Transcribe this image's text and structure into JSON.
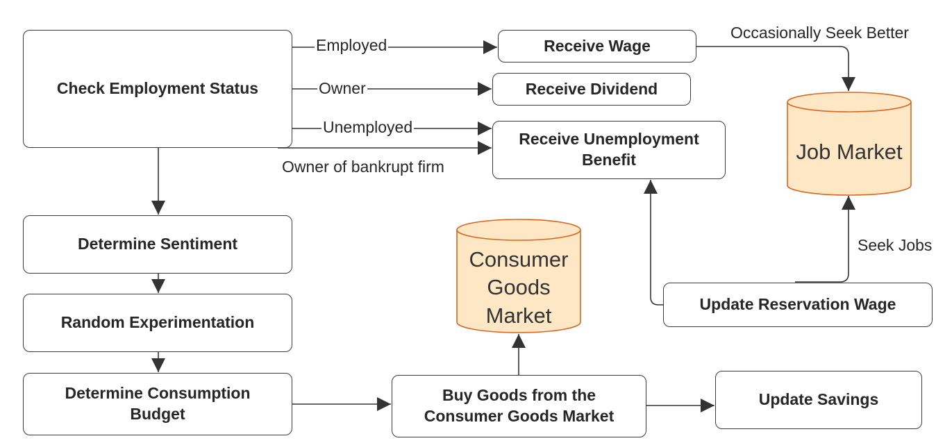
{
  "nodes": {
    "check_status": "Check Employment Status",
    "receive_wage": "Receive Wage",
    "receive_dividend": "Receive Dividend",
    "receive_unemployment": [
      "Receive Unemployment",
      "Benefit"
    ],
    "determine_sentiment": "Determine Sentiment",
    "random_experimentation": "Random Experimentation",
    "determine_budget": [
      "Determine Consumption",
      "Budget"
    ],
    "buy_goods": [
      "Buy Goods from the",
      "Consumer Goods Market"
    ],
    "update_savings": "Update Savings",
    "update_reservation_wage": "Update Reservation Wage"
  },
  "markets": {
    "job_market": "Job Market",
    "consumer_goods_market": [
      "Consumer",
      "Goods",
      "Market"
    ]
  },
  "edge_labels": {
    "employed": "Employed",
    "owner": "Owner",
    "unemployed": "Unemployed",
    "owner_bankrupt": "Owner of bankrupt firm",
    "seek_better": "Occasionally Seek Better",
    "seek_jobs": "Seek Jobs"
  },
  "colors": {
    "market_fill": "#fde7c5",
    "market_stroke": "#d9661f",
    "line": "#333333"
  }
}
